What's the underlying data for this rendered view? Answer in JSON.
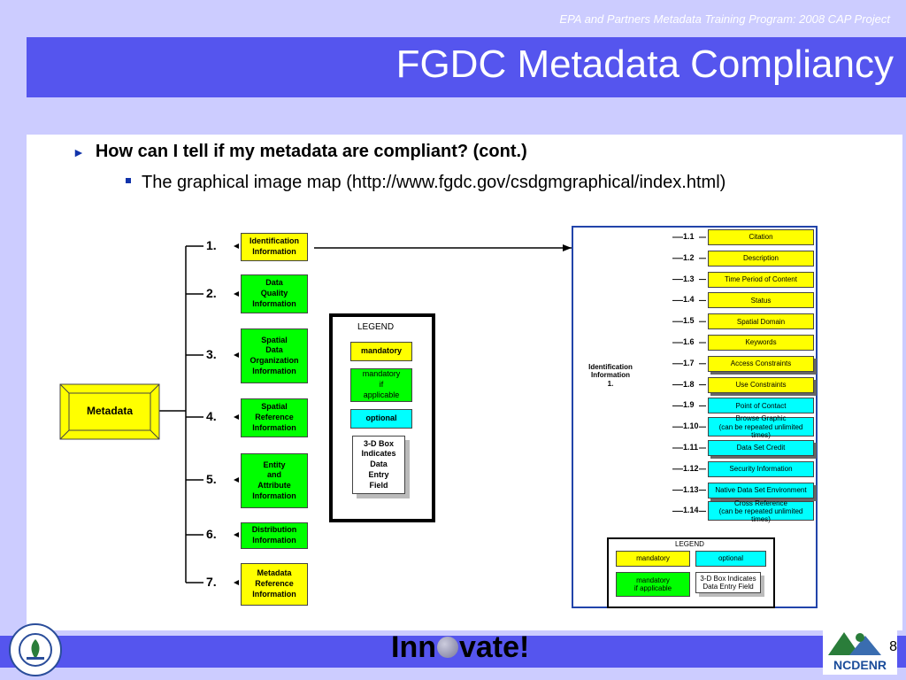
{
  "header": {
    "project": "EPA and Partners Metadata Training Program: 2008 CAP Project",
    "title": "FGDC Metadata Compliancy"
  },
  "bullets": {
    "main": "How can I tell if my metadata are compliant? (cont.)",
    "sub": "The graphical image map (http://www.fgdc.gov/csdgmgraphical/index.html)"
  },
  "left_diagram": {
    "root": "Metadata",
    "sections": [
      {
        "num": "1.",
        "label": "Identification\nInformation",
        "type": "mandatory"
      },
      {
        "num": "2.",
        "label": "Data\nQuality\nInformation",
        "type": "mandatory-if-applicable"
      },
      {
        "num": "3.",
        "label": "Spatial\nData\nOrganization\nInformation",
        "type": "mandatory-if-applicable"
      },
      {
        "num": "4.",
        "label": "Spatial\nReference\nInformation",
        "type": "mandatory-if-applicable"
      },
      {
        "num": "5.",
        "label": "Entity\nand\nAttribute\nInformation",
        "type": "mandatory-if-applicable"
      },
      {
        "num": "6.",
        "label": "Distribution\nInformation",
        "type": "mandatory-if-applicable"
      },
      {
        "num": "7.",
        "label": "Metadata\nReference\nInformation",
        "type": "mandatory"
      }
    ],
    "legend": {
      "title": "LEGEND",
      "mandatory": "mandatory",
      "mandatory_if": "mandatory\nif\napplicable",
      "optional": "optional",
      "box3d": "3-D Box\nIndicates\nData\nEntry\nField"
    }
  },
  "right_diagram": {
    "root": "Identification\nInformation\n1.",
    "items": [
      {
        "num": "1.1",
        "label": "Citation",
        "type": "mandatory",
        "is3d": false
      },
      {
        "num": "1.2",
        "label": "Description",
        "type": "mandatory",
        "is3d": false
      },
      {
        "num": "1.3",
        "label": "Time Period of Content",
        "type": "mandatory",
        "is3d": false
      },
      {
        "num": "1.4",
        "label": "Status",
        "type": "mandatory",
        "is3d": false
      },
      {
        "num": "1.5",
        "label": "Spatial Domain",
        "type": "mandatory",
        "is3d": false
      },
      {
        "num": "1.6",
        "label": "Keywords",
        "type": "mandatory",
        "is3d": false
      },
      {
        "num": "1.7",
        "label": "Access Constraints",
        "type": "mandatory",
        "is3d": true
      },
      {
        "num": "1.8",
        "label": "Use Constraints",
        "type": "mandatory",
        "is3d": true
      },
      {
        "num": "1.9",
        "label": "Point of Contact",
        "type": "optional",
        "is3d": false
      },
      {
        "num": "1.10",
        "label": "Browse Graphic\n(can be repeated unlimited times)",
        "type": "optional",
        "is3d": false
      },
      {
        "num": "1.11",
        "label": "Data Set Credit",
        "type": "optional",
        "is3d": true
      },
      {
        "num": "1.12",
        "label": "Security Information",
        "type": "optional",
        "is3d": false
      },
      {
        "num": "1.13",
        "label": "Native Data Set Environment",
        "type": "optional",
        "is3d": true
      },
      {
        "num": "1.14",
        "label": "Cross Reference\n(can be repeated unlimited times)",
        "type": "optional",
        "is3d": false
      }
    ],
    "legend": {
      "title": "LEGEND",
      "mandatory": "mandatory",
      "optional": "optional",
      "mandatory_if": "mandatory\nif applicable",
      "box3d": "3-D Box Indicates\nData Entry Field"
    }
  },
  "footer": {
    "logo_left": "Inn",
    "logo_right": "vate!",
    "page": "8",
    "seal_icon": "epa-seal-icon",
    "org_logo": "ncdenr-logo-icon",
    "org_name": "NCDENR"
  },
  "colors": {
    "mandatory": "#ffff00",
    "mandatory_if": "#00ff00",
    "optional": "#00ffff",
    "band": "#ccccff",
    "title_bar": "#5555ee"
  }
}
